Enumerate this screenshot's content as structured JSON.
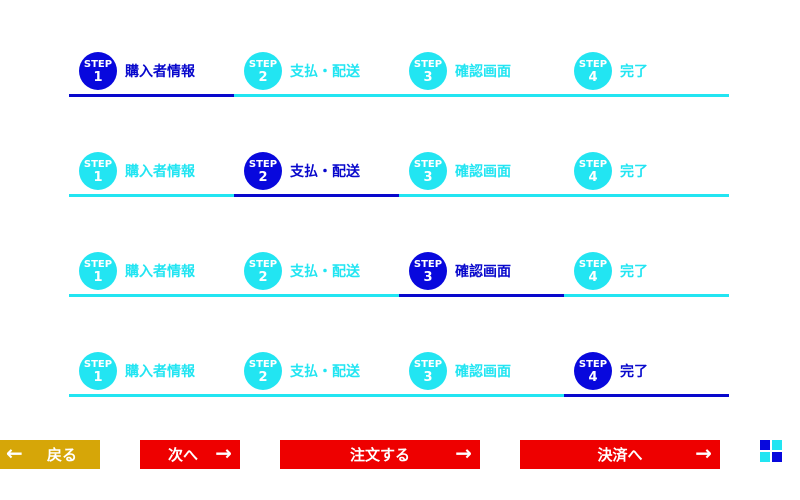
{
  "steppers": [
    {
      "active": 0,
      "steps": [
        {
          "word": "STEP",
          "num": "1",
          "label": "購入者情報"
        },
        {
          "word": "STEP",
          "num": "2",
          "label": "支払・配送"
        },
        {
          "word": "STEP",
          "num": "3",
          "label": "確認画面"
        },
        {
          "word": "STEP",
          "num": "4",
          "label": "完了"
        }
      ]
    },
    {
      "active": 1,
      "steps": [
        {
          "word": "STEP",
          "num": "1",
          "label": "購入者情報"
        },
        {
          "word": "STEP",
          "num": "2",
          "label": "支払・配送"
        },
        {
          "word": "STEP",
          "num": "3",
          "label": "確認画面"
        },
        {
          "word": "STEP",
          "num": "4",
          "label": "完了"
        }
      ]
    },
    {
      "active": 2,
      "steps": [
        {
          "word": "STEP",
          "num": "1",
          "label": "購入者情報"
        },
        {
          "word": "STEP",
          "num": "2",
          "label": "支払・配送"
        },
        {
          "word": "STEP",
          "num": "3",
          "label": "確認画面"
        },
        {
          "word": "STEP",
          "num": "4",
          "label": "完了"
        }
      ]
    },
    {
      "active": 3,
      "steps": [
        {
          "word": "STEP",
          "num": "1",
          "label": "購入者情報"
        },
        {
          "word": "STEP",
          "num": "2",
          "label": "支払・配送"
        },
        {
          "word": "STEP",
          "num": "3",
          "label": "確認画面"
        },
        {
          "word": "STEP",
          "num": "4",
          "label": "完了"
        }
      ]
    }
  ],
  "buttons": {
    "back": {
      "label": "戻る",
      "icon": "arrow-left-icon",
      "color": "#d6a608"
    },
    "next": {
      "label": "次へ",
      "icon": "arrow-right-icon",
      "color": "#ee0000"
    },
    "order": {
      "label": "注文する",
      "icon": "arrow-right-icon",
      "color": "#ee0000"
    },
    "pay": {
      "label": "決済へ",
      "icon": "arrow-right-icon",
      "color": "#ee0000"
    }
  },
  "colors": {
    "active": "#0808cc",
    "inactive": "#22e5f2",
    "grid_icon": [
      "#0808dd",
      "#22e5f2",
      "#22e5f2",
      "#0808dd"
    ]
  }
}
